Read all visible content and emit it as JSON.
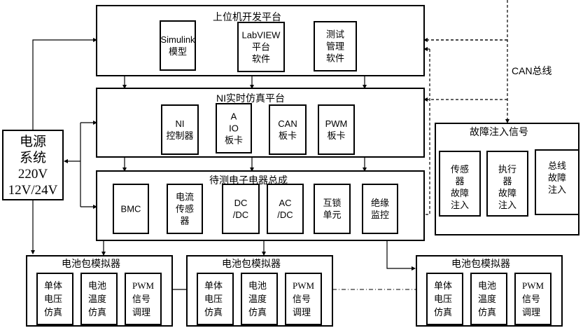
{
  "host_platform": {
    "title": "上位机开发平台",
    "modules": [
      {
        "lines": [
          "Simulink",
          "模型"
        ]
      },
      {
        "lines": [
          "LabVIEW",
          "平台",
          "软件"
        ]
      },
      {
        "lines": [
          "测试",
          "管理",
          "软件"
        ]
      }
    ]
  },
  "ni_platform": {
    "title": "NI实时仿真平台",
    "modules": [
      {
        "lines": [
          "NI",
          "控制器"
        ]
      },
      {
        "lines": [
          "A",
          "IO",
          "板卡"
        ]
      },
      {
        "lines": [
          "CAN",
          "板卡"
        ]
      },
      {
        "lines": [
          "PWM",
          "板卡"
        ]
      }
    ]
  },
  "dut": {
    "title": "待测电子电器总成",
    "modules": [
      {
        "lines": [
          "BMC"
        ]
      },
      {
        "lines": [
          "电流",
          "传感",
          "器"
        ]
      },
      {
        "lines": [
          "DC",
          "/DC"
        ]
      },
      {
        "lines": [
          "AC",
          "/DC"
        ]
      },
      {
        "lines": [
          "互锁",
          "单元"
        ]
      },
      {
        "lines": [
          "绝缘",
          "监控"
        ]
      }
    ]
  },
  "power_supply": {
    "lines": [
      "电源",
      "系统",
      "220V",
      "12V/24V"
    ]
  },
  "fault_injection": {
    "title": "故障注入信号",
    "modules": [
      {
        "lines": [
          "传感",
          "器",
          "故障",
          "注入"
        ]
      },
      {
        "lines": [
          "执行",
          "器",
          "故障",
          "注入"
        ]
      },
      {
        "lines": [
          "总线",
          "故障",
          "注入"
        ]
      }
    ]
  },
  "can_bus_label": "CAN总线",
  "battery_simulators": [
    {
      "title": "电池包模拟器",
      "modules": [
        {
          "lines": [
            "单体",
            "电压",
            "仿真"
          ]
        },
        {
          "lines": [
            "电池",
            "温度",
            "仿真"
          ]
        },
        {
          "lines": [
            "PWM",
            "信号",
            "调理"
          ]
        }
      ]
    },
    {
      "title": "电池包模拟器",
      "modules": [
        {
          "lines": [
            "单体",
            "电压",
            "仿真"
          ]
        },
        {
          "lines": [
            "电池",
            "温度",
            "仿真"
          ]
        },
        {
          "lines": [
            "PWM",
            "信号",
            "调理"
          ]
        }
      ]
    },
    {
      "title": "电池包模拟器",
      "modules": [
        {
          "lines": [
            "单体",
            "电压",
            "仿真"
          ]
        },
        {
          "lines": [
            "电池",
            "温度",
            "仿真"
          ]
        },
        {
          "lines": [
            "PWM",
            "信号",
            "调理"
          ]
        }
      ]
    }
  ]
}
